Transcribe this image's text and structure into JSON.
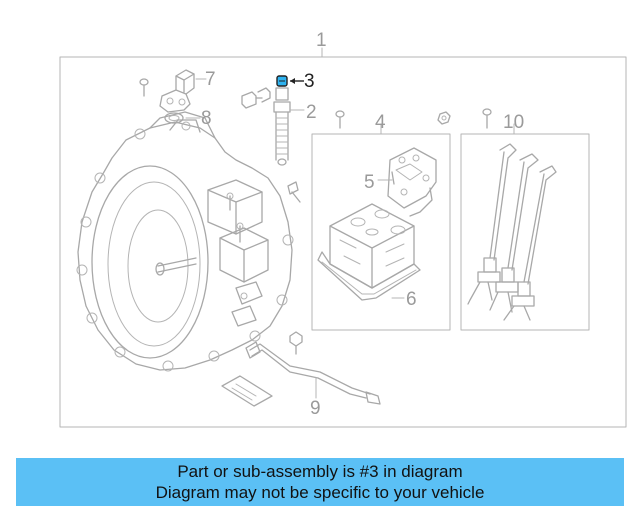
{
  "diagram": {
    "callouts": [
      {
        "id": "1",
        "label": "1"
      },
      {
        "id": "2",
        "label": "2"
      },
      {
        "id": "3",
        "label": "3",
        "highlighted": true
      },
      {
        "id": "4",
        "label": "4"
      },
      {
        "id": "5",
        "label": "5"
      },
      {
        "id": "6",
        "label": "6"
      },
      {
        "id": "7",
        "label": "7"
      },
      {
        "id": "8",
        "label": "8"
      },
      {
        "id": "9",
        "label": "9"
      },
      {
        "id": "10",
        "label": "10"
      }
    ],
    "colors": {
      "line": "#a8a8a8",
      "highlight_part": "#2fb3f0",
      "banner_background": "#5bc0f5"
    }
  },
  "banner": {
    "line1": "Part or sub-assembly is #3 in diagram",
    "line2": "Diagram may not be specific to your vehicle"
  }
}
